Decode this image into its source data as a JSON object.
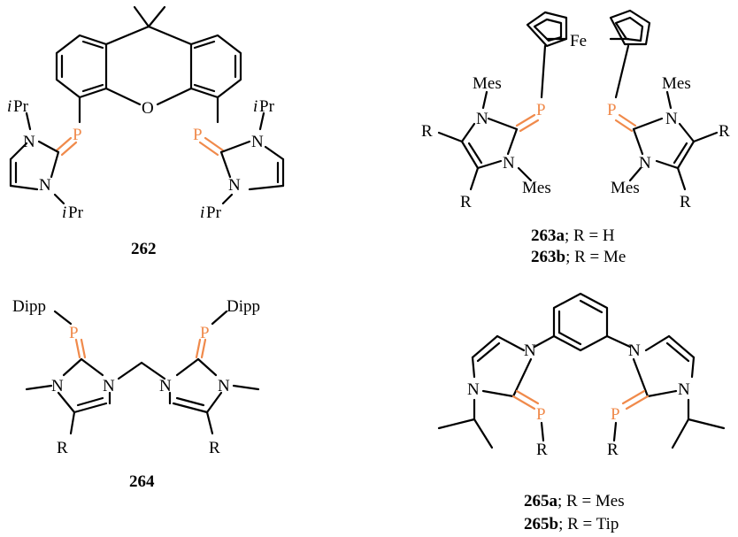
{
  "colors": {
    "phosphorus": "#f08a4b",
    "bond": "#000000"
  },
  "atoms": {
    "P": "P",
    "N": "N",
    "O": "O",
    "Fe": "Fe",
    "R": "R",
    "Mes": "Mes",
    "Dipp": "Dipp",
    "iPr_i": "i",
    "iPr_rest": "Pr"
  },
  "labels": {
    "c262": "262",
    "c263a": "263a",
    "c263a_rest": "; R = H",
    "c263b": "263b",
    "c263b_rest": "; R = Me",
    "c264": "264",
    "c265a": "265a",
    "c265a_rest": "; R = Mes",
    "c265b": "265b",
    "c265b_rest": "; R = Tip"
  }
}
